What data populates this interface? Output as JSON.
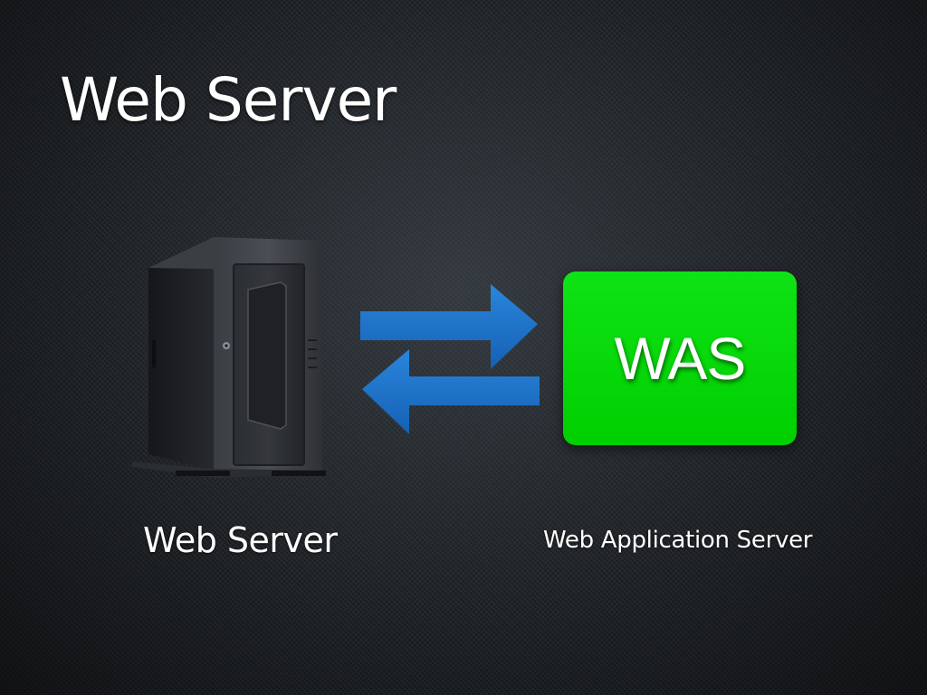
{
  "slide": {
    "title": "Web Server"
  },
  "diagram": {
    "server": {
      "icon": "tower-server-icon",
      "caption": "Web Server"
    },
    "arrows": {
      "icon": "bidirectional-arrows-icon",
      "color": "#1a73c9"
    },
    "was": {
      "label": "WAS",
      "caption": "Web Application Server",
      "color": "#00d400"
    }
  }
}
